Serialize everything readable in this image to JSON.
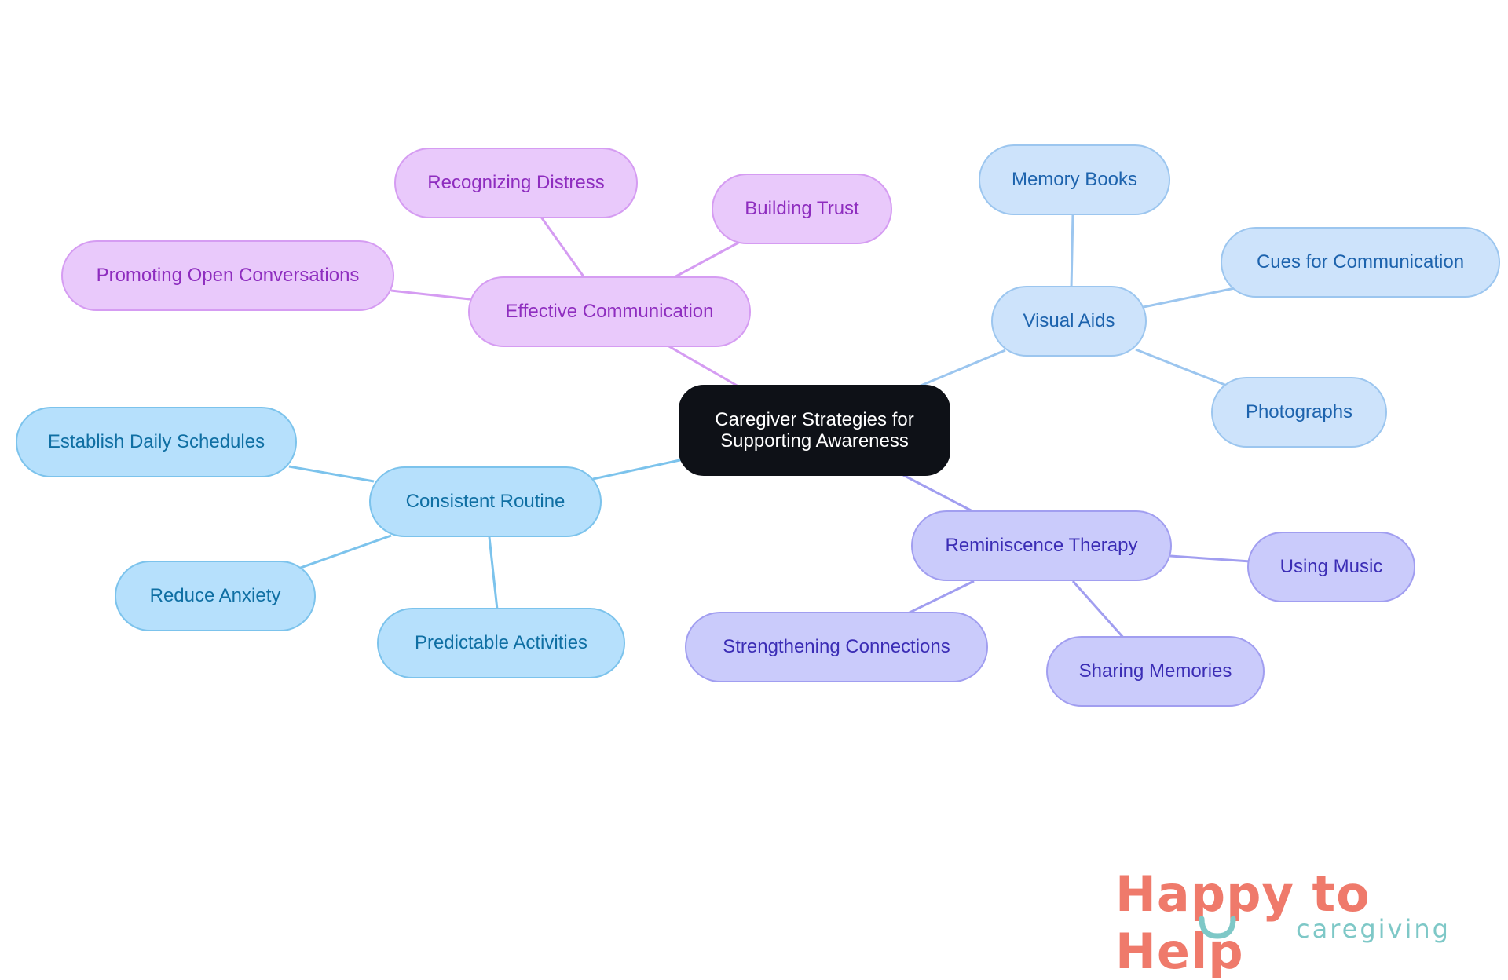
{
  "diagram": {
    "root": {
      "line1": "Caregiver Strategies for",
      "line2": "Supporting Awareness"
    },
    "branches": {
      "effective_communication": {
        "label": "Effective Communication",
        "children": [
          "Recognizing Distress",
          "Building Trust",
          "Promoting Open Conversations"
        ]
      },
      "visual_aids": {
        "label": "Visual Aids",
        "children": [
          "Memory Books",
          "Cues for Communication",
          "Photographs"
        ]
      },
      "consistent_routine": {
        "label": "Consistent Routine",
        "children": [
          "Establish Daily Schedules",
          "Reduce Anxiety",
          "Predictable Activities"
        ]
      },
      "reminiscence_therapy": {
        "label": "Reminiscence Therapy",
        "children": [
          "Using Music",
          "Strengthening Connections",
          "Sharing Memories"
        ]
      }
    },
    "colors": {
      "root": "#0e1117",
      "effective_communication": "#d59cf2",
      "visual_aids": "#9cc6ef",
      "consistent_routine": "#7cc3ec",
      "reminiscence_therapy": "#a19ef0"
    }
  },
  "logo": {
    "line1": "Happy to Help",
    "line2": "caregiving"
  }
}
